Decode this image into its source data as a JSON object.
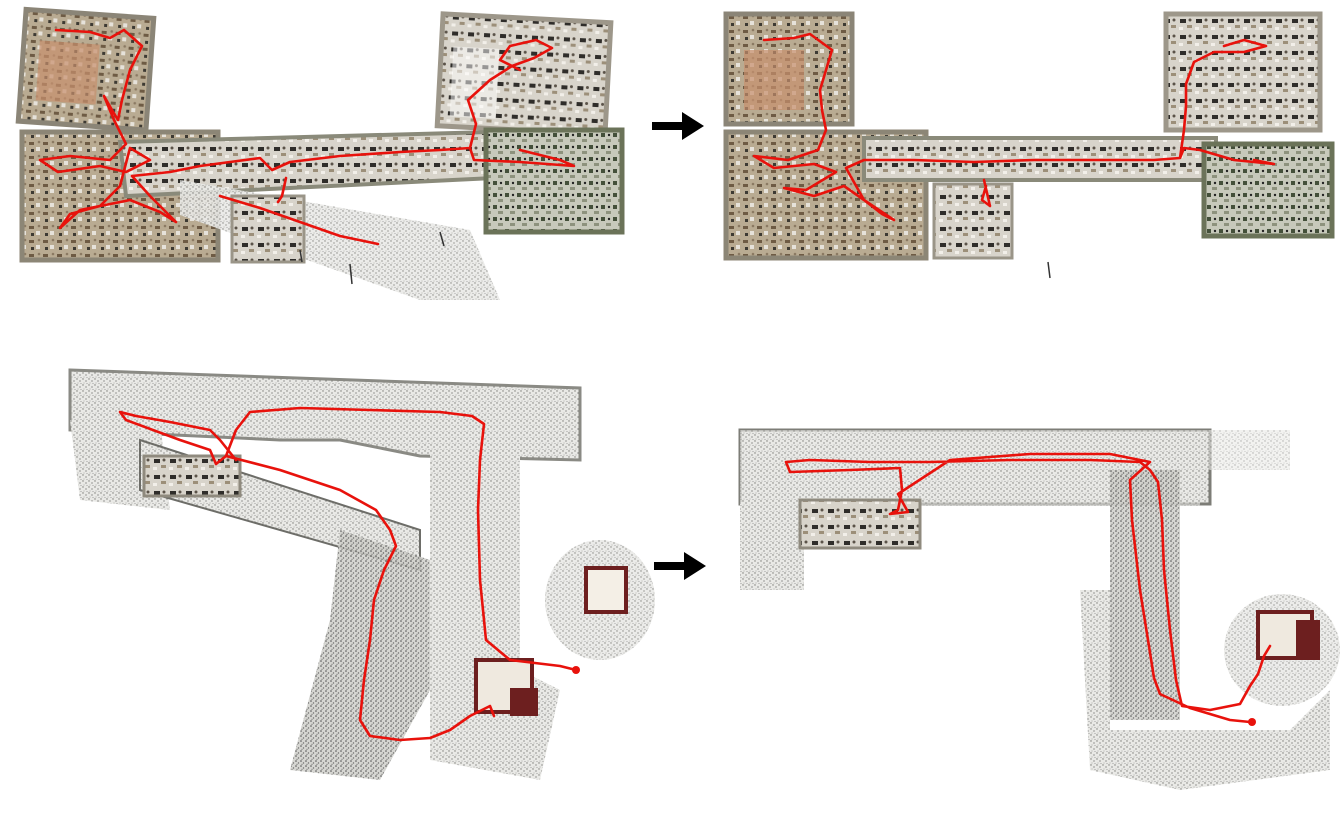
{
  "figure": {
    "background": "#ffffff",
    "trajectory_color": "#e8120c",
    "arrow_color": "#000000",
    "panels": [
      {
        "name": "scene-1-before",
        "state": "before correction",
        "content": "point-cloud-floorplan-with-trajectory"
      },
      {
        "name": "scene-1-after",
        "state": "after correction",
        "content": "point-cloud-floorplan-with-trajectory"
      },
      {
        "name": "scene-2-before",
        "state": "before correction",
        "content": "point-cloud-floorplan-with-trajectory"
      },
      {
        "name": "scene-2-after",
        "state": "after correction",
        "content": "point-cloud-floorplan-with-trajectory"
      }
    ],
    "arrows": [
      {
        "name": "top-arrow",
        "icon": "right-arrow-icon"
      },
      {
        "name": "bottom-arrow",
        "icon": "right-arrow-icon"
      }
    ]
  }
}
